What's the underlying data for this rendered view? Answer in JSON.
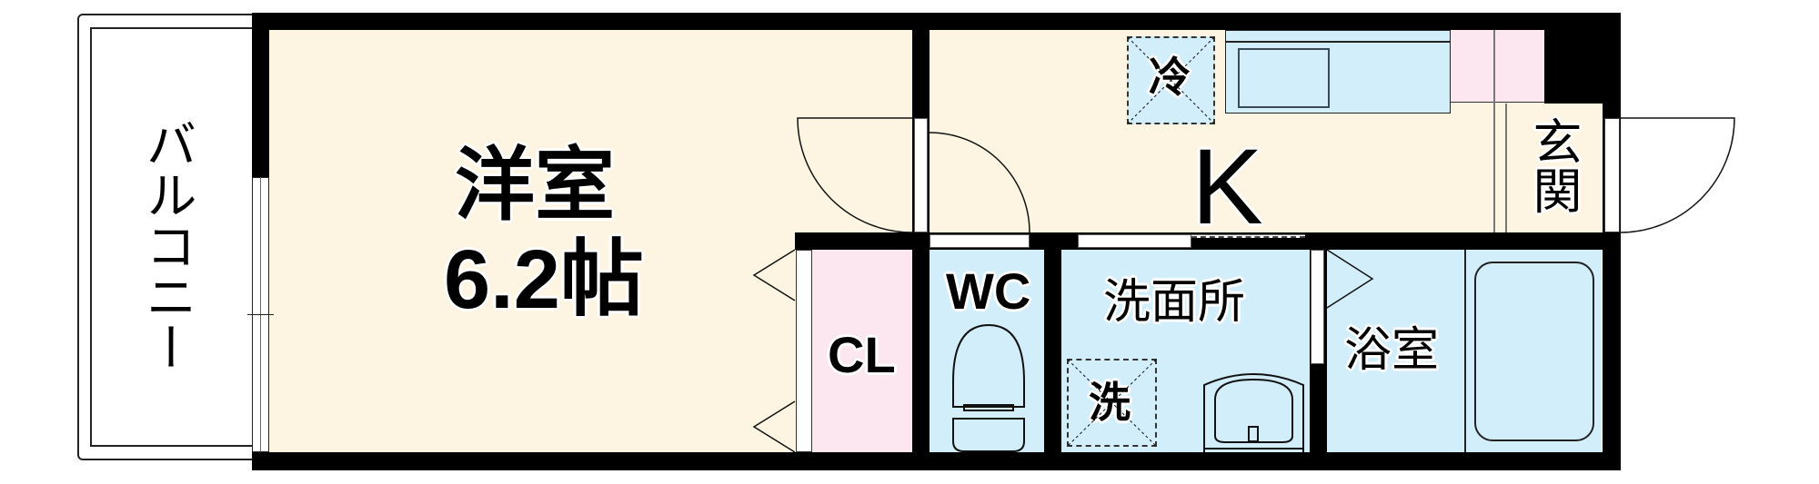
{
  "floorplan": {
    "type": "1K apartment floor plan",
    "rooms": [
      {
        "id": "balcony",
        "label": "バルコニー"
      },
      {
        "id": "western_room",
        "label": "洋室",
        "size": "6.2帖"
      },
      {
        "id": "kitchen",
        "label": "K"
      },
      {
        "id": "entrance",
        "label": "玄関"
      },
      {
        "id": "closet",
        "label": "CL"
      },
      {
        "id": "toilet",
        "label": "WC"
      },
      {
        "id": "washroom",
        "label": "洗面所"
      },
      {
        "id": "bathroom",
        "label": "浴室"
      }
    ],
    "fixtures": {
      "fridge": "冷",
      "washer": "洗"
    },
    "colors": {
      "wall": "#000000",
      "living_floor": "#fdf5e2",
      "wet_area": "#d1eefa",
      "storage": "#fce6ef",
      "text_outline": "#ffffff"
    }
  }
}
